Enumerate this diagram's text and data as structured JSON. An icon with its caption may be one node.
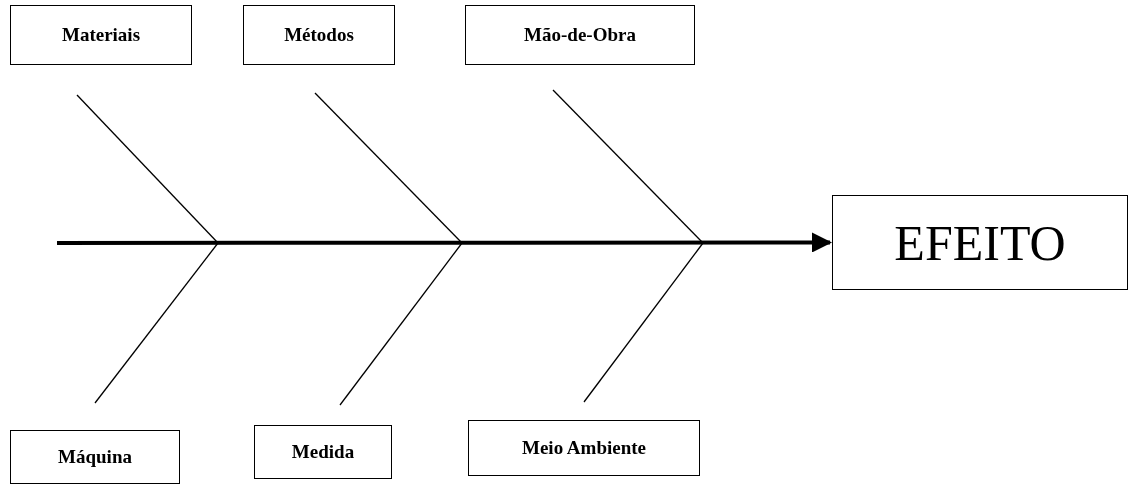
{
  "diagram": {
    "nodes": [
      {
        "text": [
          "Materiais"
        ]
      },
      {
        "text": [
          "Métodos"
        ]
      },
      {
        "text": [
          "Mão-de-Obra"
        ]
      },
      {
        "text": [
          "EFEITO"
        ]
      },
      {
        "text": [
          "Máquina"
        ]
      },
      {
        "text": [
          "Medida"
        ]
      },
      {
        "text": [
          "Meio Ambiente"
        ]
      }
    ],
    "edges": [
      {
        "from": null,
        "to": 3,
        "arrow": "to"
      }
    ]
  }
}
